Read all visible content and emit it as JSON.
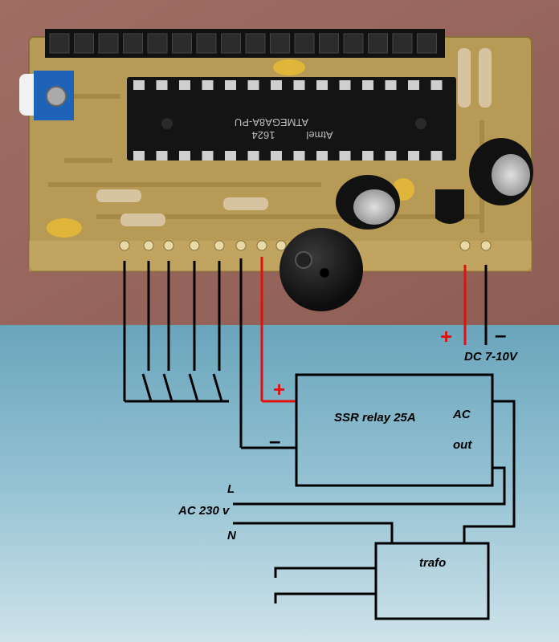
{
  "chip": {
    "text_line1": "ATMEGA8A-PU",
    "text_line2": "1624",
    "brand": "Atmel"
  },
  "polarity": {
    "plus": "+",
    "minus": "–"
  },
  "power": {
    "label": "DC 7-10V"
  },
  "relay": {
    "title": "SSR relay 25A",
    "ac_label": "AC",
    "out_label": "out"
  },
  "mains": {
    "l_label": "L",
    "voltage_label": "AC 230 v",
    "n_label": "N"
  },
  "transformer": {
    "label": "trafo"
  },
  "colors": {
    "background_top": "#9c6a60",
    "background_bottom": "#7fb3c6",
    "pcb": "#b79a55",
    "wire_black": "#000000",
    "wire_red": "#e01010"
  }
}
